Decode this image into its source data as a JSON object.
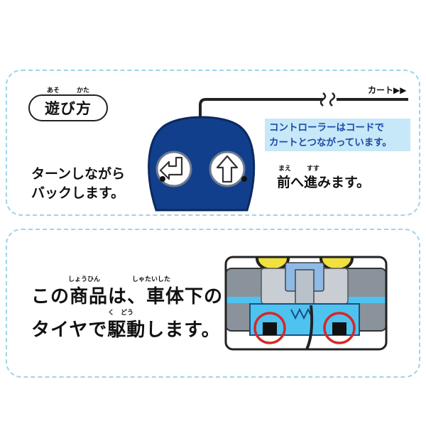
{
  "section1": {
    "badge": {
      "label": "遊び方",
      "ruby_left": "あそ",
      "ruby_right": "かた"
    },
    "cart_label": "カート▶▶",
    "note": {
      "line1": "コントローラーはコードで",
      "line2": "カートとつながっています。"
    },
    "left_text": {
      "line1": "ターンしながら",
      "line2": "バックします。"
    },
    "right_text": {
      "label": "前へ進みます。",
      "ruby_mae": "まえ",
      "ruby_susu": "すす"
    },
    "colors": {
      "controller": "#123f8c",
      "panel_border": "#9fd3ee",
      "note_bg": "#c6e8f8",
      "note_text": "#1e4aa8"
    },
    "icons": [
      "turn-back-arrow-icon",
      "forward-arrow-icon"
    ]
  },
  "section2": {
    "line1": "この商品は、車体下の",
    "line2": "タイヤで駆動します。",
    "ruby": {
      "shouhin": "しょうひん",
      "shatai": "しゃたいした",
      "kudou": "く　どう"
    },
    "highlight_color": "#d62828"
  }
}
